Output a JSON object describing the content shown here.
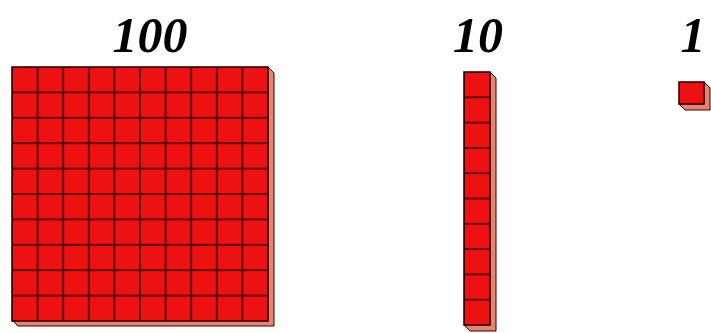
{
  "diagram": {
    "labels": [
      "100",
      "10",
      "1"
    ]
  }
}
